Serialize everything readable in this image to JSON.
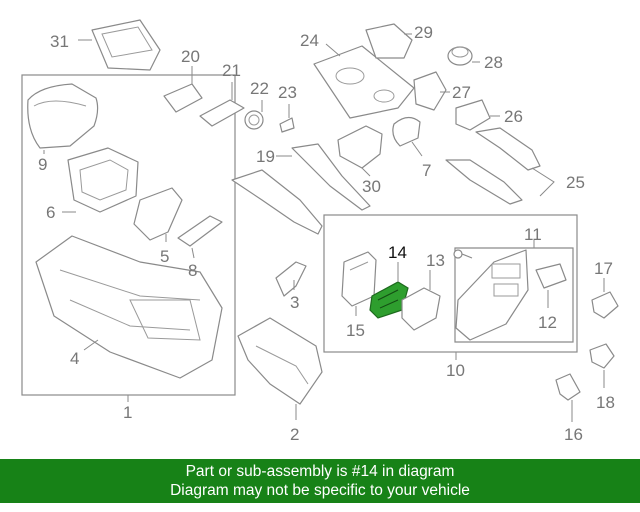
{
  "diagram": {
    "highlighted_callout": "14",
    "highlight_color": "#2e9e2e",
    "callouts": {
      "c1": "1",
      "c2": "2",
      "c3": "3",
      "c4": "4",
      "c5": "5",
      "c6": "6",
      "c7": "7",
      "c8": "8",
      "c9": "9",
      "c10": "10",
      "c11": "11",
      "c12": "12",
      "c13": "13",
      "c14": "14",
      "c15": "15",
      "c16": "16",
      "c17": "17",
      "c18": "18",
      "c19": "19",
      "c20": "20",
      "c21": "21",
      "c22": "22",
      "c23": "23",
      "c24": "24",
      "c25": "25",
      "c26": "26",
      "c27": "27",
      "c28": "28",
      "c29": "29",
      "c30": "30",
      "c31": "31"
    }
  },
  "banner": {
    "line1": "Part or sub-assembly is #14 in diagram",
    "line2": "Diagram may not be specific to your vehicle",
    "background": "#178217"
  }
}
